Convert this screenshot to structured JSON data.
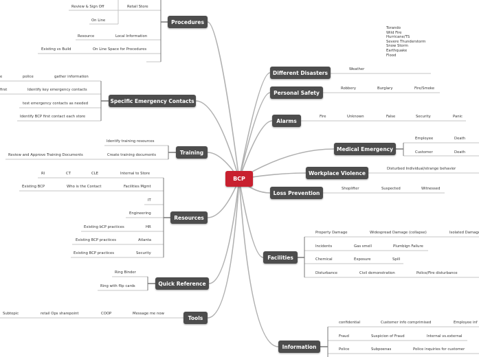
{
  "central": "BCP",
  "procedures": {
    "label": "Procedures",
    "retail_store": "Retail Store",
    "review_sign_off": "Review & Sign Off",
    "on_line": "On Line",
    "local_information": "Local Information",
    "resource": "Resource",
    "online_space": "On Line Space for Procedures",
    "existing_vs_build": "Existing vs Build"
  },
  "emergency_contacts": {
    "label": "Specific Emergency Contacts",
    "gather_information": "gather information",
    "police": "police",
    "cut_e": "e",
    "identify_key": "Identify key emergency contacts",
    "cut_first": "first",
    "test_contacts": "test emergency contacts as needed",
    "identify_bcp": "Identify BCP  first contact each store"
  },
  "training": {
    "label": "Training",
    "identify_resources": "Identify training resources",
    "create_documents": "Create training documents",
    "review_approve": "Review and Approve Training Documents"
  },
  "resources": {
    "label": "Resources",
    "internal_to_store": "Internal to Store",
    "cle": "CLE",
    "ct": "CT",
    "ri": "RI",
    "facilities_mgmt": "Facilities Mgmt",
    "who_is_contact": "Who is the Contact",
    "existing_bcp": "Existing BCP",
    "it": "IT",
    "engineering": "Engineering",
    "hr": "HR",
    "hr_practices": "Existing bCP practices",
    "atlanta": "Atlanta",
    "atlanta_practices": "Existing BCP practices",
    "security": "Security",
    "security_practices": "Existing BCP practices"
  },
  "quick_reference": {
    "label": "Quick Reference",
    "ring_binder": "Ring Binder",
    "ring_flip_cards": "Ring with flip cards"
  },
  "tools": {
    "label": "Tools",
    "message_me_now": "Message me now",
    "coop": "COOP",
    "retail_ops_sharepoint": "retail Ops sharepoint",
    "subtopic": "Subtopic"
  },
  "disasters": {
    "label": "Different Disasters",
    "weather": "Weather",
    "weather_types": [
      "Torando",
      "Wild Fire",
      "Hurricane/TS",
      "Severe Thunderstorm",
      "Snow Storm",
      "Earthquake",
      "Flood"
    ]
  },
  "personal_safety": {
    "label": "Personal Safety",
    "items": [
      "Robbery",
      "Burglary",
      "Fire/Smoke"
    ]
  },
  "alarms": {
    "label": "Alarms",
    "items": [
      "Fire",
      "Unknown",
      "False",
      "Security",
      "Panic"
    ]
  },
  "medical": {
    "label": "Medical Emergency",
    "employee": "Employee",
    "employee_death": "Death",
    "customer": "Customer",
    "customer_death": "Death"
  },
  "workplace_violence": {
    "label": "Workplace Violence",
    "disturbed": "Disturbed Individual/strange behavior"
  },
  "loss_prevention": {
    "label": "Loss Prevention",
    "items": [
      "Shoplifter",
      "Suspected",
      "Witnessed"
    ]
  },
  "facilities": {
    "label": "Facilities",
    "property": [
      "Property Damage",
      "Widespread Damage (collapse)",
      "Isolated Damage"
    ],
    "incidents": [
      "Incidents",
      "Gas smell",
      "Plumbign Failure"
    ],
    "chemical": [
      "Chemical",
      "Exposure",
      "Spill"
    ],
    "disturbance": [
      "Disturbance",
      "Civil demonstration",
      "Police/Fire disturbance"
    ]
  },
  "information": {
    "label": "Information",
    "confidential": [
      "confidential",
      "Customer info comprimised",
      "Employee inf"
    ],
    "fraud": [
      "Fraud",
      "Suspicion of Fraud",
      "Internal vs.external"
    ],
    "police": [
      "Police",
      "Subpoenas",
      "Police inquiries for customer"
    ]
  },
  "colors": {
    "central": "#c8202f",
    "topic": "#4d4d4d",
    "link": "#b0b0b0"
  }
}
